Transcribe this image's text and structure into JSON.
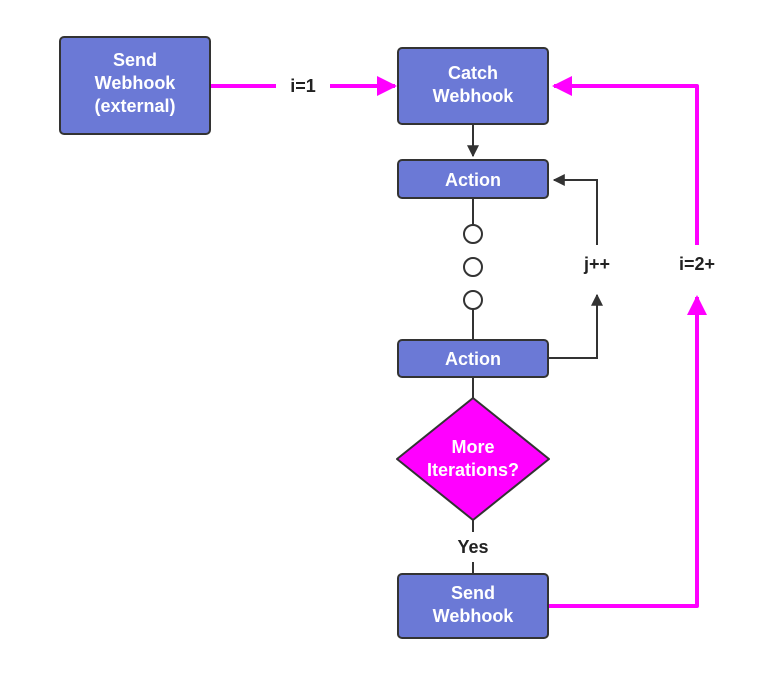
{
  "colors": {
    "node_fill": "#6b79d6",
    "node_border": "#333333",
    "decision_fill": "#ff00ff",
    "loop_edge": "#ff00ff",
    "flow_edge": "#333333",
    "text_on_node": "#ffffff",
    "edge_label": "#222222"
  },
  "nodes": {
    "send_external": [
      "Send",
      "Webhook",
      "(external)"
    ],
    "catch_webhook": [
      "Catch",
      "Webhook"
    ],
    "action_first": [
      "Action"
    ],
    "action_last": [
      "Action"
    ],
    "decision": [
      "More",
      "Iterations?"
    ],
    "send_webhook": [
      "Send",
      "Webhook"
    ]
  },
  "edges": {
    "external_to_catch": "i=1",
    "inner_loop": "j++",
    "outer_loop": "i=2+",
    "decision_yes": "Yes"
  }
}
